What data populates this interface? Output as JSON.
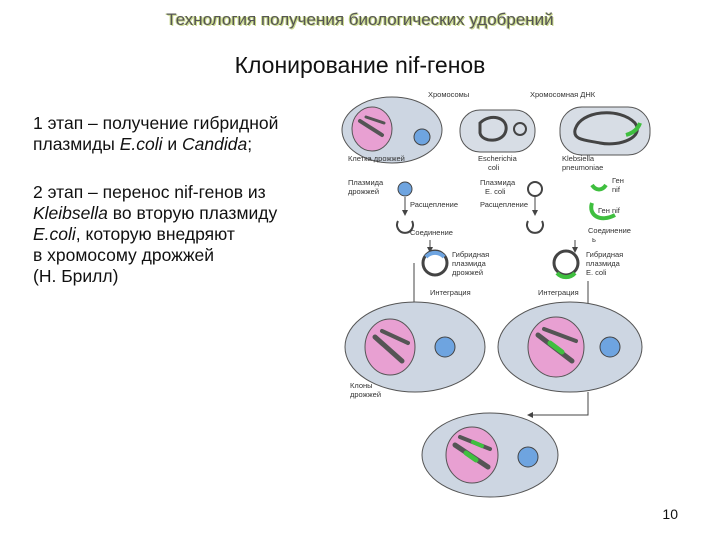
{
  "header": "Технология получения биологических удобрений",
  "title": "Клонирование  nif-генов",
  "stage1": {
    "line1": "1 этап – получение гибридной",
    "line2_a": "плазмиды ",
    "line2_b": "E.coli",
    "line2_c": "  и ",
    "line2_d": "Candida",
    "line2_e": ";"
  },
  "stage2": {
    "line1": "2 этап – перенос nif-генов из",
    "line2_a": "Kleibsella",
    "line2_b": " во вторую плазмиду",
    "line3_a": "E.coli",
    "line3_b": ", которую внедряют",
    "line4": "в хромосому дрожжей",
    "line5": "(Н. Брилл)"
  },
  "diagram": {
    "labels": {
      "chromosomes": "Хромосомы",
      "dna_chromosome": "Хромосомная ДНК",
      "yeast_cell": "Клетка дрожжей",
      "ecoli_a": "Escherichia",
      "ecoli_b": "coli",
      "klebsiella_a": "Klebsiella",
      "klebsiella_b": "pneumoniae",
      "yeast_plasmid_a": "Плазмида",
      "yeast_plasmid_b": "дрожжей",
      "ecoli_plasmid_a": "Плазмида",
      "ecoli_plasmid_b": "E. coli",
      "split_left": "Расщепление",
      "split_mid": "Расщепление",
      "gene_nif_a": "Ген",
      "gene_nif_b": "nif",
      "gene_nif2": "Ген nif",
      "join_left": "Соединение",
      "join_right_a": "Соединение",
      "join_right_b": "ь",
      "hybrid_yeast_a": "Гибридная",
      "hybrid_yeast_b": "плазмида",
      "hybrid_yeast_c": "дрожжей",
      "hybrid_ecoli_a": "Гибридная",
      "hybrid_ecoli_b": "плазмида",
      "hybrid_ecoli_c": "E. coli",
      "integration_left": "Интеграция",
      "integration_right": "Интеграция",
      "yeast_clone_a": "Клоны",
      "yeast_clone_b": "дрожжей"
    }
  },
  "page_number": "10"
}
